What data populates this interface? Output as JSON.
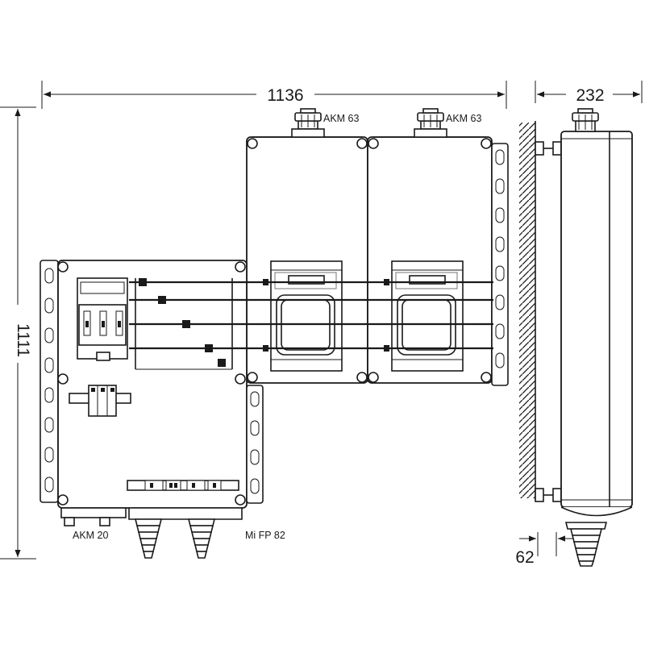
{
  "dimensions": {
    "total_width": "1136",
    "total_height": "1111",
    "depth": "232",
    "offset": "62"
  },
  "labels": {
    "cable_entry_top_left": "AKM 63",
    "cable_entry_top_right": "AKM 63",
    "cable_entry_bottom_left": "AKM 20",
    "cable_entry_bottom_right": "Mi FP 82"
  }
}
